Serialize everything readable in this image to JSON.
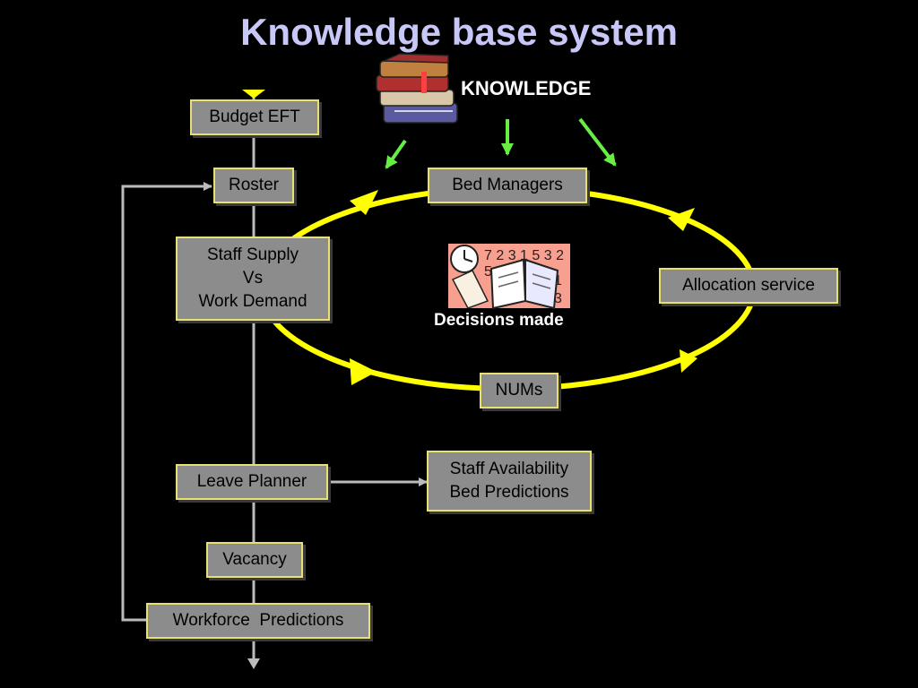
{
  "title": "Knowledge base system",
  "knowledge_label": "KNOWLEDGE",
  "decisions_label": "Decisions made",
  "boxes": {
    "budget": "Budget EFT",
    "roster": "Roster",
    "staff_supply": "Staff Supply\nVs\nWork Demand",
    "leave_planner": "Leave Planner",
    "vacancy": "Vacancy",
    "workforce": "Workforce  Predictions",
    "bed_managers": "Bed Managers",
    "allocation": "Allocation service",
    "nums": "NUMs",
    "staff_availability": "Staff Availability\nBed Predictions"
  },
  "colors": {
    "background": "#000000",
    "title": "#c8c8f8",
    "box_fill": "#8c8c8c",
    "box_border": "#e8e070",
    "cycle": "#ffff00",
    "knowledge_arrows": "#66ee44",
    "connector": "#bbbbbb"
  },
  "icons": {
    "knowledge": "books-stack-icon",
    "decisions": "clock-open-book-icon"
  }
}
